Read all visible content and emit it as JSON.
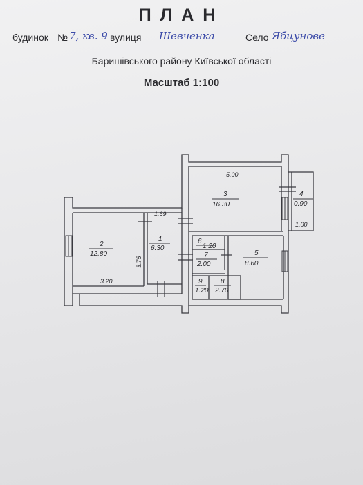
{
  "header": {
    "title": "ПЛАН",
    "house_label": "будинок",
    "house_number_prefix": "№",
    "house_value": "7, кв. 9",
    "street_label": "вулиця",
    "street_value": "Шевченка",
    "village_label": "Село",
    "village_value": "Ябцунове",
    "region": "Баришівського району Київської області",
    "scale": "Масштаб 1:100"
  },
  "plan": {
    "rooms": [
      {
        "number": "1",
        "area": "6.30"
      },
      {
        "number": "2",
        "area": "12.80"
      },
      {
        "number": "3",
        "area": "16.30"
      },
      {
        "number": "4",
        "area": "0.90"
      },
      {
        "number": "5",
        "area": "8.60"
      },
      {
        "number": "6",
        "area": "1.20"
      },
      {
        "number": "7",
        "area": "2.00"
      },
      {
        "number": "8",
        "area": "2.70"
      },
      {
        "number": "9",
        "area": "1.20"
      }
    ],
    "dimensions": {
      "room3_width": "5.00",
      "room1_width": "1.69",
      "room1_length": "3.75",
      "room2_width": "3.20",
      "room4_length": "1.00"
    }
  }
}
